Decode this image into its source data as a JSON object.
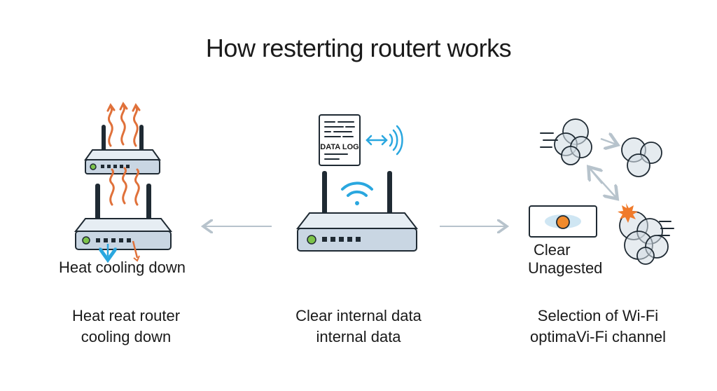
{
  "title": "How resterting routert works",
  "left_panel": {
    "inline_caption": "Heat cooling down",
    "caption_line1": "Heat reat router",
    "caption_line2": "cooling down"
  },
  "middle_panel": {
    "doc_label": "DATA LOG",
    "caption_line1": "Clear internal data",
    "caption_line2": "internal data"
  },
  "right_panel": {
    "box_label_line1": "Clear",
    "box_label_line2": "Unagested",
    "caption_line1": "Selection of Wi-Fi",
    "caption_line2": "optimaVi-Fi channel"
  },
  "colors": {
    "router_body": "#c9d6e3",
    "outline": "#1f2a33",
    "heat": "#e0713a",
    "wifi": "#2aa7df",
    "led_green": "#7cc34a",
    "arrow": "#b7c3cc"
  }
}
